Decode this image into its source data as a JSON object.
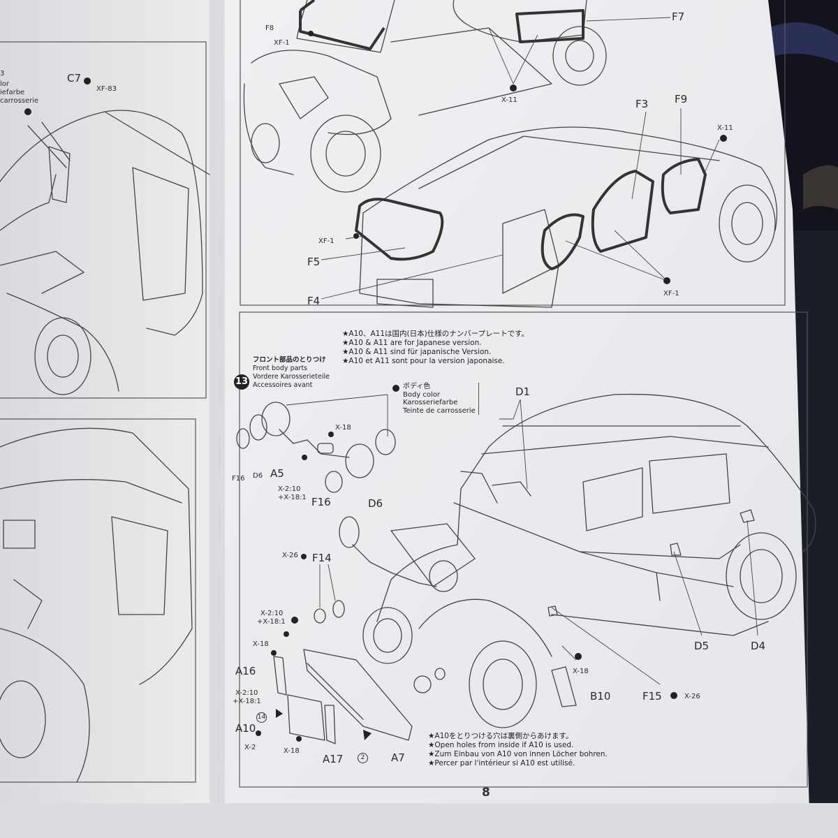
{
  "page_number": "8",
  "left_page": {
    "labels": {
      "c7": "C7",
      "xf83": "XF-83"
    },
    "fragments": [
      "3",
      "lor",
      "iefarbe",
      "carrosserie"
    ]
  },
  "top_right": {
    "labels": {
      "f8": "F8",
      "xf1a": "XF-1",
      "f7": "F7",
      "x11a": "X-11",
      "f3": "F3",
      "f9": "F9",
      "x11b": "X-11",
      "xf1b": "XF-1",
      "f5": "F5",
      "f4": "F4",
      "xf1c": "XF-1"
    }
  },
  "step13": {
    "number": "13",
    "title_ja": "フロント部品のとりつけ",
    "title_en": "Front body parts",
    "title_de": "Vordere Karosserieteile",
    "title_fr": "Accessoires avant",
    "plate_note": [
      "★A10、A11は国内(日本)仕様のナンバープレートです。",
      "★A10 & A11 are for Japanese version.",
      "★A10 & A11 sind für japanische Version.",
      "★A10 et A11 sont pour la version japonaise."
    ],
    "body_color": {
      "ja": "ボディ色",
      "en": "Body color",
      "de": "Karosseriefarbe",
      "fr": "Teinte de carrosserie"
    },
    "labels": {
      "d1": "D1",
      "x18a": "X-18",
      "f16a": "F16",
      "d6a": "D6",
      "a5": "A5",
      "mixa1": "X-2:10",
      "mixa2": "+X-18:1",
      "f16b": "F16",
      "d6b": "D6",
      "x26a": "X-26",
      "f14": "F14",
      "mixb1": "X-2:10",
      "mixb2": "+X-18:1",
      "x18b": "X-18",
      "a16": "A16",
      "mixc1": "X-2:10",
      "mixc2": "+X-18:1",
      "s14": "14",
      "a10": "A10",
      "x2": "X-2",
      "x18c": "X-18",
      "a17": "A17",
      "s2": "2",
      "a7": "A7",
      "d5": "D5",
      "d4": "D4",
      "x18d": "X-18",
      "b10": "B10",
      "f15": "F15",
      "x26b": "X-26"
    },
    "holes_note": [
      "★A10をとりつける穴は裏側からあけます。",
      "★Open holes from inside if A10 is used.",
      "★Zum Einbau von A10 von innen Löcher bohren.",
      "★Percer par l'intérieur si A10 est utilisé."
    ]
  }
}
